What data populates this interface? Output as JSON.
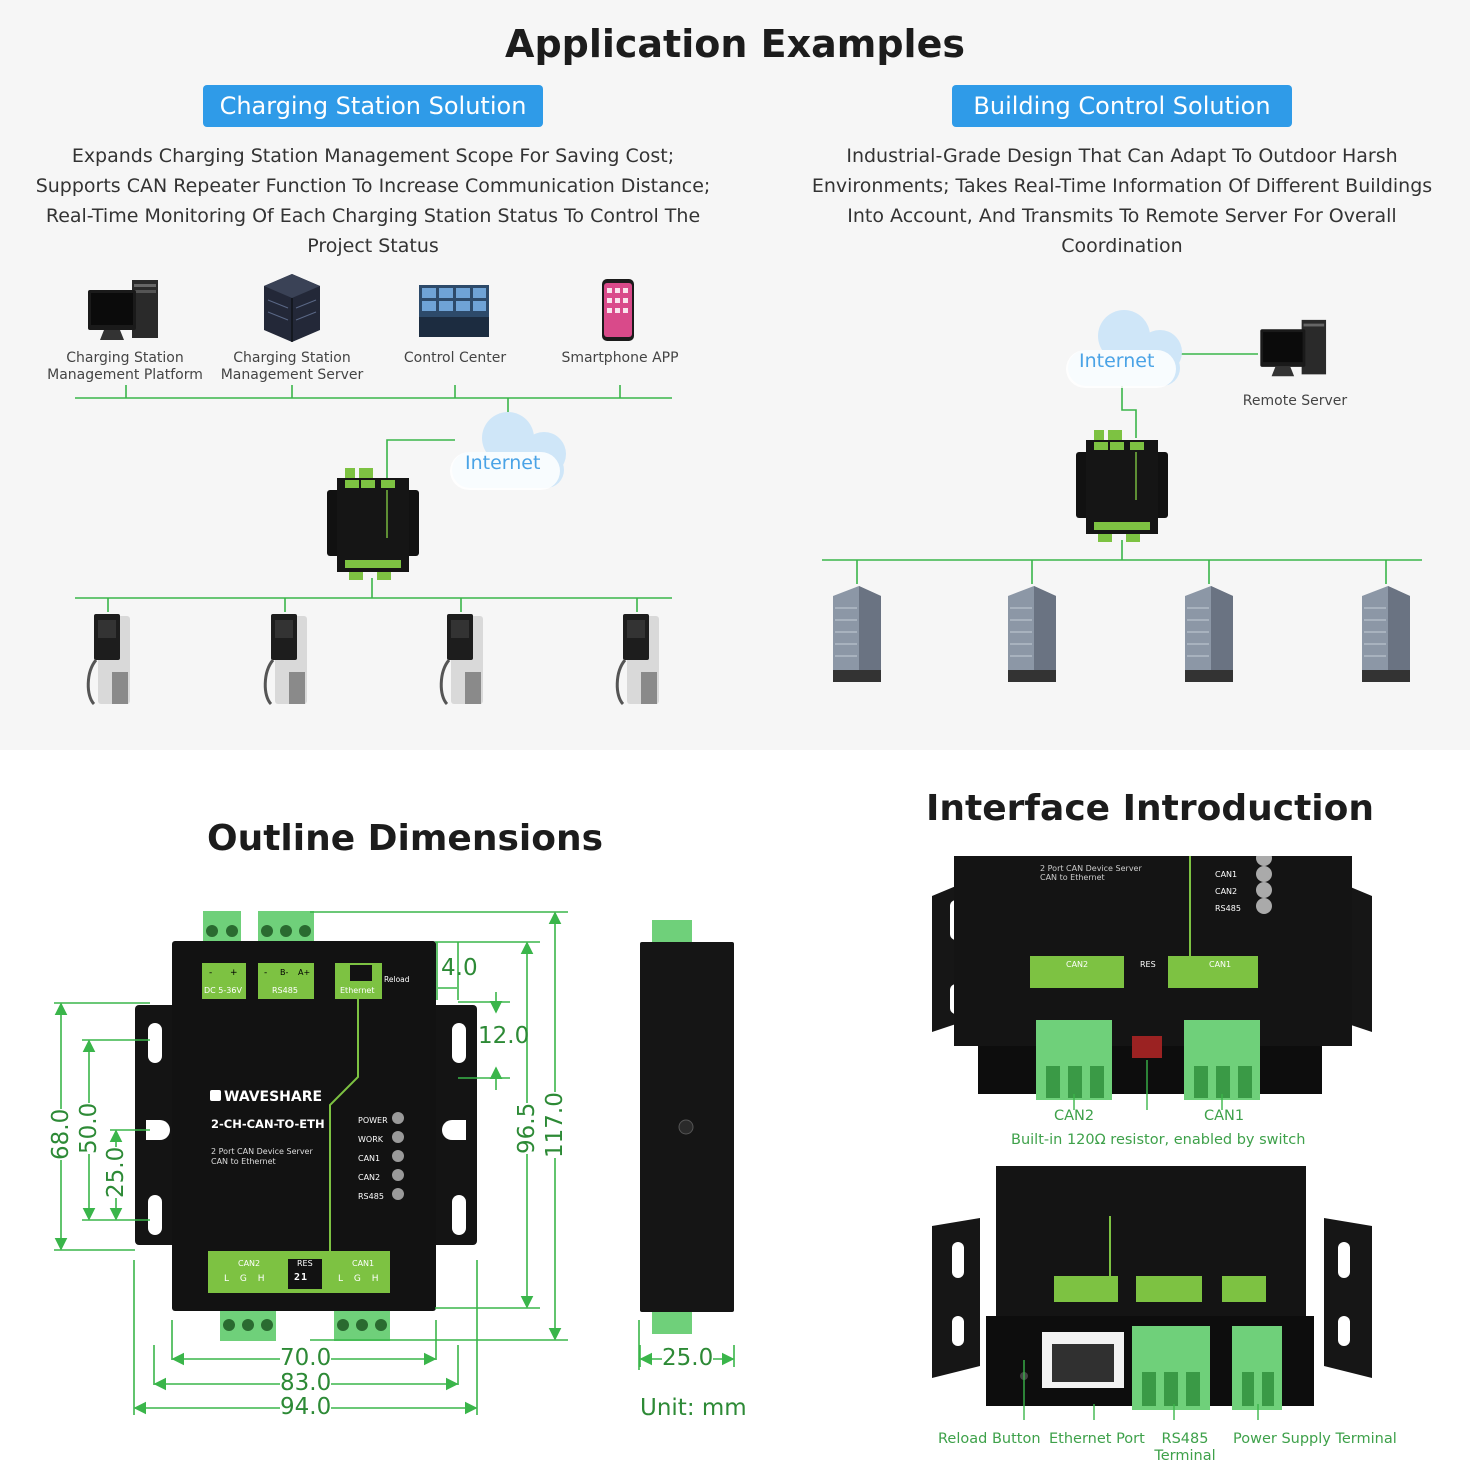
{
  "page_title": "Application Examples",
  "charging": {
    "badge": "Charging Station Solution",
    "description": "Expands Charging Station Management Scope For Saving Cost; Supports CAN Repeater Function To Increase Communication Distance; Real-Time Monitoring Of Each Charging Station Status To Control The Project Status",
    "description_lines": [
      "Expands Charging Station Management Scope For Saving Cost;",
      "Supports CAN Repeater Function To Increase Communication Distance;",
      "Real-Time Monitoring Of Each Charging Station Status To Control The",
      "Project Status"
    ],
    "endpoints": [
      {
        "icon": "desktop-computer-icon",
        "label_lines": [
          "Charging Station",
          "Management Platform"
        ]
      },
      {
        "icon": "server-rack-icon",
        "label_lines": [
          "Charging Station",
          "Management Server"
        ]
      },
      {
        "icon": "control-center-icon",
        "label_lines": [
          "Control Center"
        ]
      },
      {
        "icon": "smartphone-icon",
        "label_lines": [
          "Smartphone APP"
        ]
      }
    ],
    "cloud_label": "Internet"
  },
  "building": {
    "badge": "Building Control Solution",
    "description_lines": [
      "Industrial-Grade Design That Can Adapt To Outdoor Harsh",
      "Environments; Takes Real-Time Information Of Different Buildings",
      "Into Account, And Transmits To Remote Server For Overall",
      "Coordination"
    ],
    "cloud_label": "Internet",
    "server_label": "Remote Server"
  },
  "outline": {
    "title": "Outline Dimensions",
    "device": {
      "brand": "WAVESHARE",
      "model": "2-CH-CAN-TO-ETH",
      "subtitle_lines": [
        "2 Port CAN Device Server",
        "CAN to Ethernet"
      ],
      "ports_top": [
        "DC 5-36V",
        "RS485",
        "Ethernet"
      ],
      "reload": "Reload",
      "leds": [
        "POWER",
        "WORK",
        "CAN1",
        "CAN2",
        "RS485"
      ],
      "ports_bottom": [
        "CAN2",
        "RES",
        "CAN1"
      ],
      "res_switch": "21",
      "can_pins": [
        "L",
        "G",
        "H"
      ],
      "power_pins": [
        "-",
        "+"
      ],
      "rs485_pins": [
        "-",
        "B-",
        "A+"
      ]
    },
    "dimensions": {
      "width_inner": "70.0",
      "width_mid": "83.0",
      "width_outer": "94.0",
      "height_68": "68.0",
      "height_50": "50.0",
      "height_25": "25.0",
      "height_96": "96.5",
      "height_117": "117.0",
      "offset_4": "4.0",
      "offset_12": "12.0",
      "depth": "25.0"
    },
    "unit": "Unit: mm"
  },
  "interface": {
    "title": "Interface Introduction",
    "top_labels": {
      "can2": "CAN2",
      "can1": "CAN1",
      "resistor_note": "Built-in 120Ω resistor, enabled by switch"
    },
    "bottom_labels": {
      "reload": "Reload Button",
      "ethernet": "Ethernet Port",
      "rs485_lines": [
        "RS485",
        "Terminal"
      ],
      "power": "Power Supply Terminal"
    }
  },
  "colors": {
    "accent_blue": "#2f9be8",
    "line_green": "#3ab54a",
    "dim_green": "#2d8a36",
    "device_black": "#151515",
    "device_green": "#7dc242"
  }
}
